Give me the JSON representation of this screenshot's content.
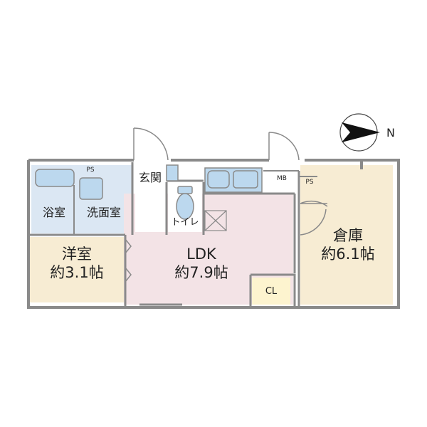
{
  "rooms": {
    "youshitsu": {
      "name": "洋室",
      "size": "約3.1帖"
    },
    "ldk": {
      "name": "LDK",
      "size": "約7.9帖"
    },
    "souko": {
      "name": "倉庫",
      "size": "約6.1帖"
    },
    "yokushitsu": {
      "name": "浴室"
    },
    "senmenshitsu": {
      "name": "洗面室"
    },
    "genkan": {
      "name": "玄関"
    },
    "toilet": {
      "name": "トイレ"
    },
    "closet": {
      "name": "CL"
    }
  },
  "markers": {
    "ps_1": "PS",
    "ps_2": "PS",
    "mb": "MB"
  },
  "compass": {
    "north_label": "N"
  },
  "colors": {
    "wall": "#8a8a8a",
    "ldk_floor": "#f3e3e6",
    "wood_floor": "#f7ecd3",
    "wet_floor": "#dbe7f3",
    "fixture": "#bcd8ee",
    "closet_floor": "#fdf4cf",
    "genkan_floor": "#ffffff"
  }
}
